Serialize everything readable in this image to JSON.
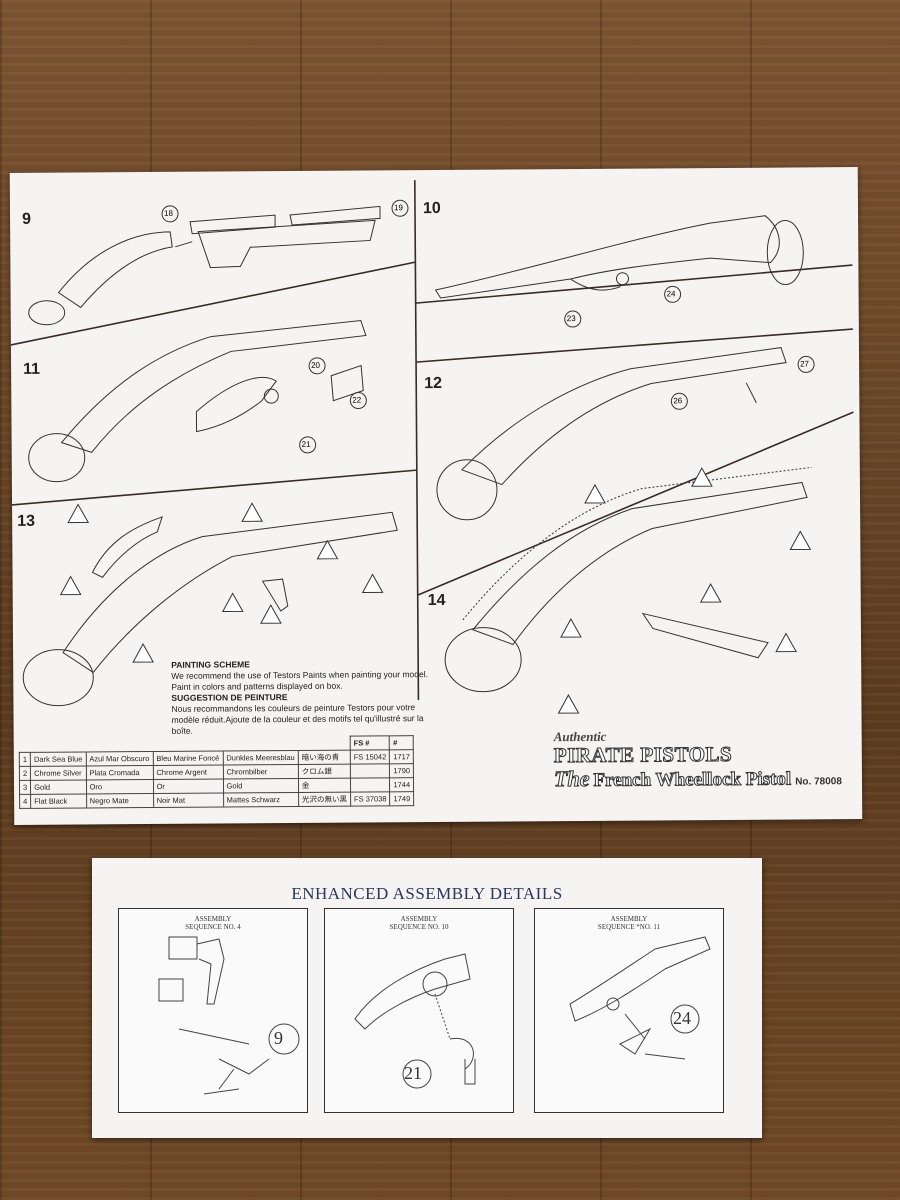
{
  "main_sheet": {
    "steps": [
      "9",
      "10",
      "11",
      "12",
      "13",
      "14"
    ],
    "part_numbers": [
      "18",
      "19",
      "20",
      "21",
      "22",
      "23",
      "24",
      "26",
      "27"
    ],
    "color_keys": [
      "1",
      "2",
      "3",
      "4"
    ],
    "painting": {
      "heading_en": "PAINTING SCHEME",
      "text_en_1": "We recommend the use of Testors Paints when painting your model.",
      "text_en_2": "Paint in colors and patterns displayed on box.",
      "heading_fr": "SUGGESTION DE PEINTURE",
      "text_fr_1": "Nous recommandons les couleurs de peinture Testors pour votre",
      "text_fr_2": "modèle réduit.Ajoute de la couleur et des motifs tel qu'illustré sur la",
      "text_fr_3": "boîte."
    },
    "table": {
      "header_fs": "FS #",
      "header_num": "#",
      "rows": [
        {
          "key": "1",
          "en": "Dark Sea Blue",
          "es": "Azul Mar Obscuro",
          "fr": "Bleu Marine Foncé",
          "de": "Dunkles Meeresblau",
          "jp": "暗い海の青",
          "fs": "FS 15042",
          "num": "1717"
        },
        {
          "key": "2",
          "en": "Chrome Silver",
          "es": "Plata Cromada",
          "fr": "Chrome Argent",
          "de": "Chrombilber",
          "jp": "クロム銀",
          "fs": "",
          "num": "1790"
        },
        {
          "key": "3",
          "en": "Gold",
          "es": "Oro",
          "fr": "Or",
          "de": "Gold",
          "jp": "金",
          "fs": "",
          "num": "1744"
        },
        {
          "key": "4",
          "en": "Flat Black",
          "es": "Negro Mate",
          "fr": "Noir Mat",
          "de": "Mattes Schwarz",
          "jp": "光沢の無い黒",
          "fs": "FS 37038",
          "num": "1749"
        }
      ]
    },
    "brand": {
      "authentic": "Authentic",
      "series": "PIRATE PISTOLS",
      "the": "The",
      "name": "French Wheellock Pistol",
      "number": "No. 78008"
    }
  },
  "enhanced": {
    "title": "ENHANCED ASSEMBLY DETAILS",
    "panels": [
      {
        "seq_1": "ASSEMBLY",
        "seq_2": "SEQUENCE  NO. 4",
        "part": "9"
      },
      {
        "seq_1": "ASSEMBLY",
        "seq_2": "SEQUENCE  NO. 10",
        "part": "21"
      },
      {
        "seq_1": "ASSEMBLY",
        "seq_2": "SEQUENCE  *NO. 11",
        "part": "24"
      }
    ]
  }
}
